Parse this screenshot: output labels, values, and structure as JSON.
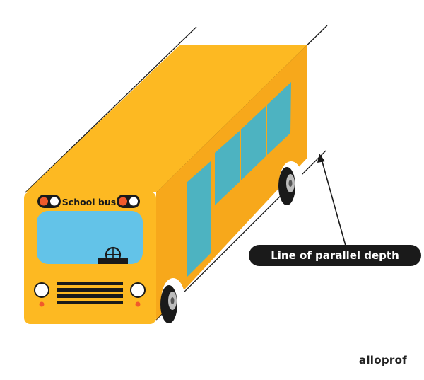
{
  "diagram": {
    "sign_text": "School bus",
    "callout_label": "Line of parallel depth",
    "brand_text": "alloprof"
  },
  "colors": {
    "body_front": "#fdb922",
    "body_side": "#f7a81b",
    "body_top": "#fdb922",
    "window_glass": "#4db3c1",
    "windshield": "#63c3e8",
    "grille": "#1a1a1a",
    "tire": "#1a1a1a",
    "light_red": "#f15a2b",
    "light_white": "#ffffff",
    "indicator_orange": "#f15a2b",
    "callout_bg": "#1a1a1a",
    "callout_text": "#ffffff",
    "line": "#1a1a1a"
  }
}
